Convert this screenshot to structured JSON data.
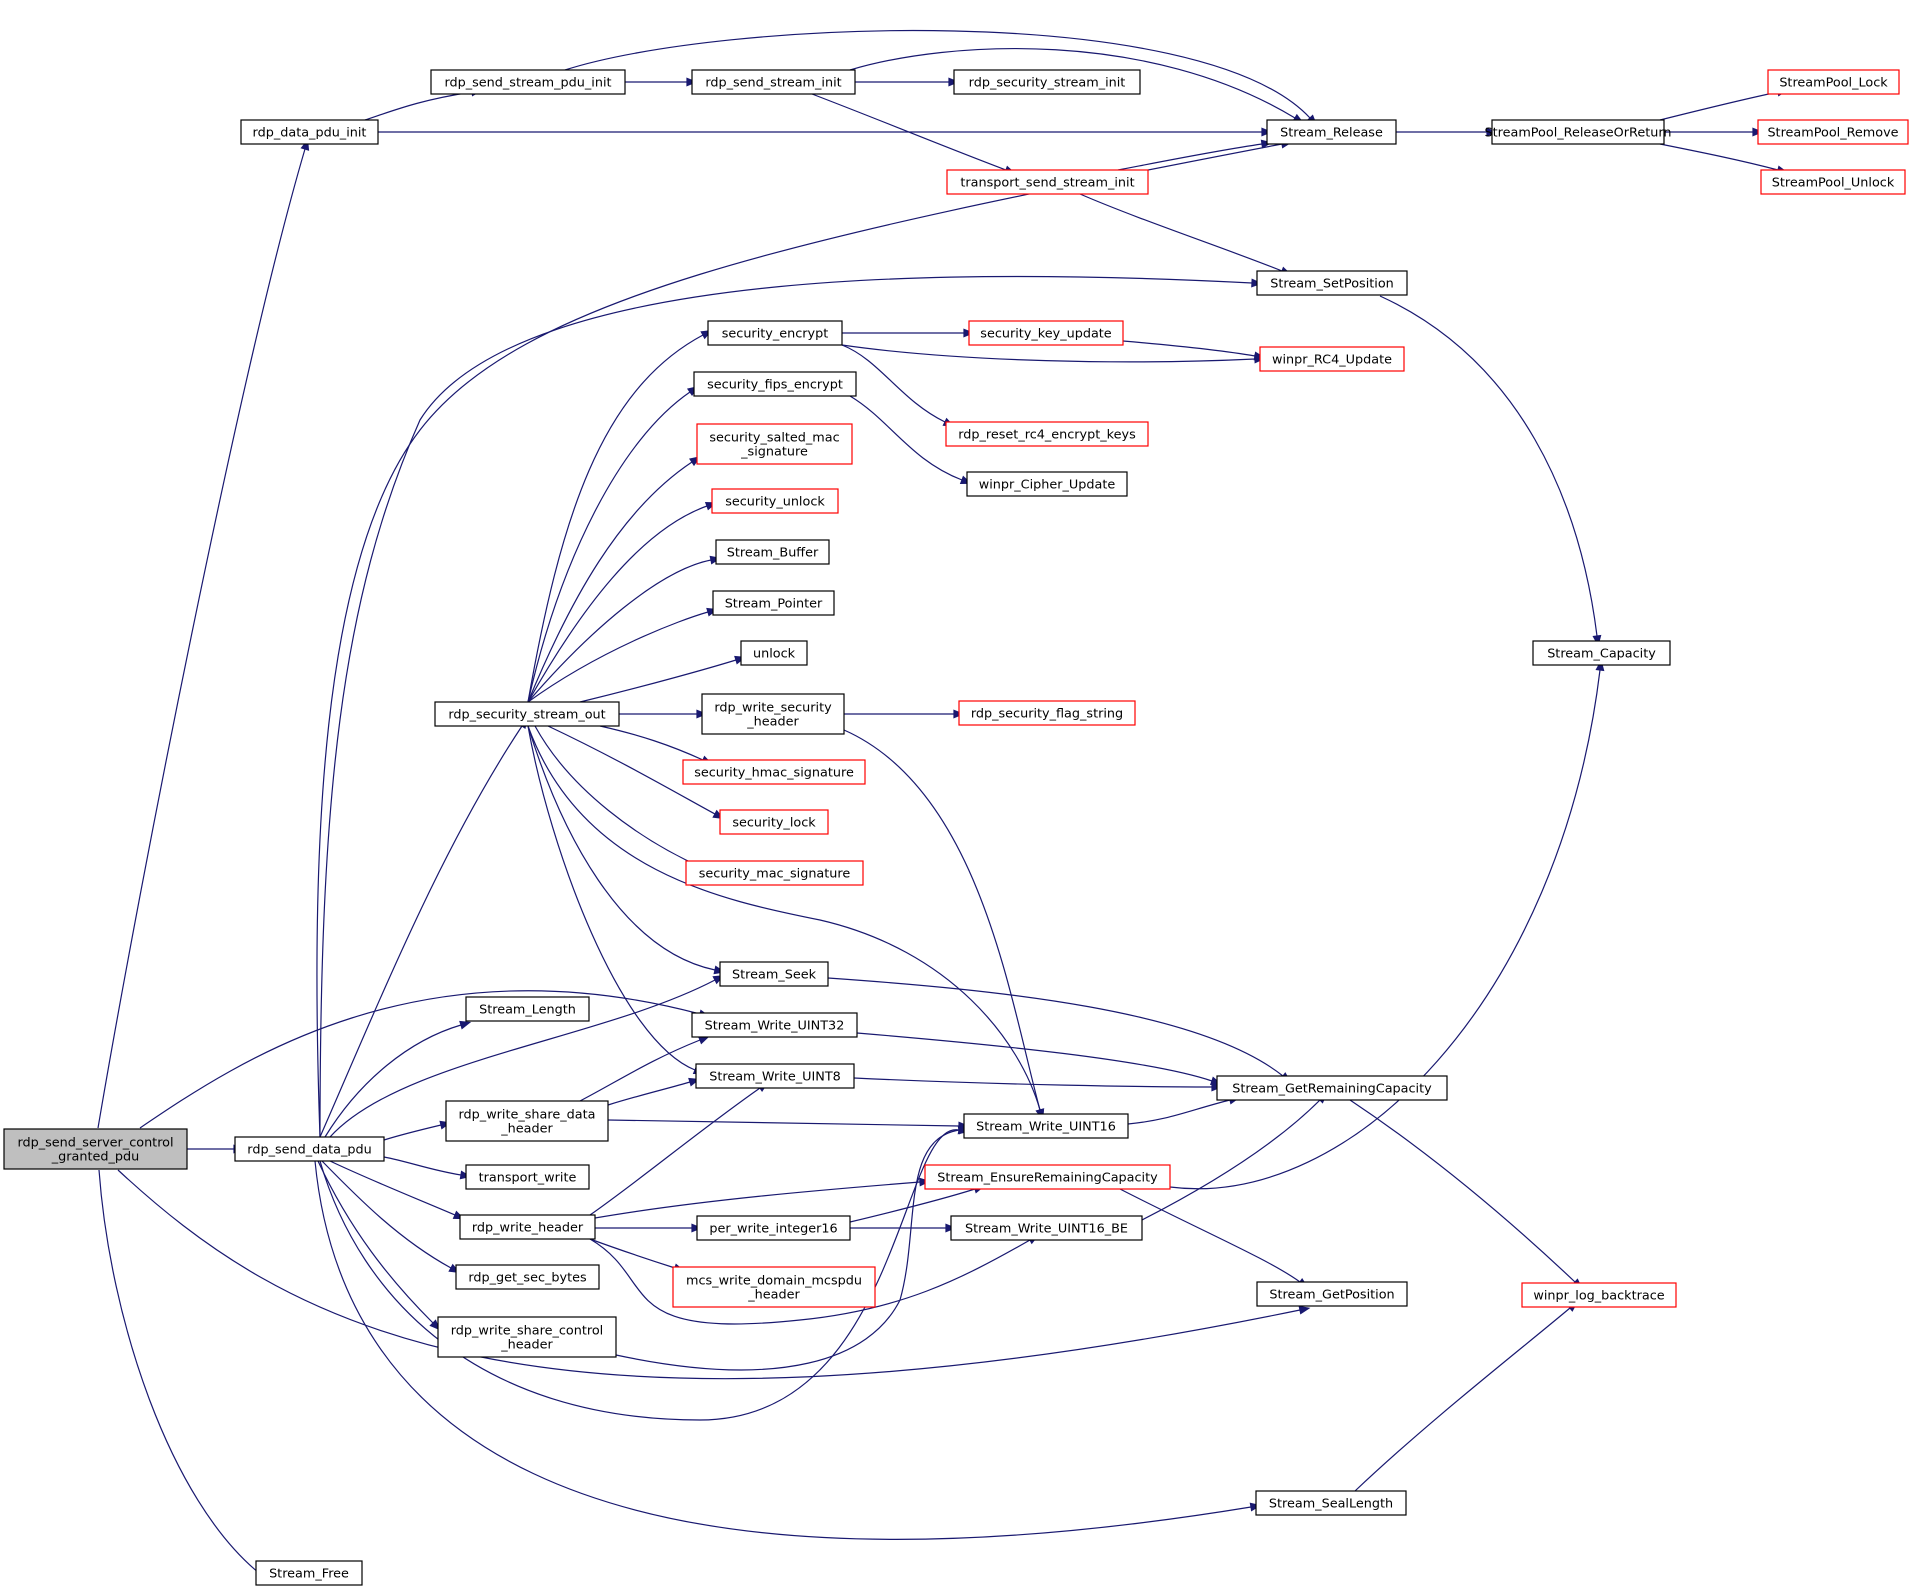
{
  "colors": {
    "edge": "#191970",
    "border_default": "#000000",
    "border_truncated": "#ff0000",
    "fill_focus": "#bfbfbf",
    "fill_default": "#ffffff"
  },
  "nodes": [
    {
      "id": "root",
      "lines": [
        "rdp_send_server_control",
        "_granted_pdu"
      ],
      "style": "focus"
    },
    {
      "id": "data_pdu_init",
      "lines": [
        "rdp_data_pdu_init"
      ],
      "style": "normal"
    },
    {
      "id": "send_stream_pdu_init",
      "lines": [
        "rdp_send_stream_pdu_init"
      ],
      "style": "normal"
    },
    {
      "id": "send_stream_init",
      "lines": [
        "rdp_send_stream_init"
      ],
      "style": "normal"
    },
    {
      "id": "security_stream_init",
      "lines": [
        "rdp_security_stream_init"
      ],
      "style": "normal"
    },
    {
      "id": "stream_release",
      "lines": [
        "Stream_Release"
      ],
      "style": "normal"
    },
    {
      "id": "pool_release",
      "lines": [
        "StreamPool_ReleaseOrReturn"
      ],
      "style": "normal"
    },
    {
      "id": "pool_lock",
      "lines": [
        "StreamPool_Lock"
      ],
      "style": "truncated"
    },
    {
      "id": "pool_remove",
      "lines": [
        "StreamPool_Remove"
      ],
      "style": "truncated"
    },
    {
      "id": "pool_unlock",
      "lines": [
        "StreamPool_Unlock"
      ],
      "style": "truncated"
    },
    {
      "id": "transport_send_stream_init",
      "lines": [
        "transport_send_stream_init"
      ],
      "style": "truncated"
    },
    {
      "id": "stream_setposition",
      "lines": [
        "Stream_SetPosition"
      ],
      "style": "normal"
    },
    {
      "id": "security_encrypt",
      "lines": [
        "security_encrypt"
      ],
      "style": "normal"
    },
    {
      "id": "security_key_update",
      "lines": [
        "security_key_update"
      ],
      "style": "truncated"
    },
    {
      "id": "rc4_update",
      "lines": [
        "winpr_RC4_Update"
      ],
      "style": "truncated"
    },
    {
      "id": "fips_encrypt",
      "lines": [
        "security_fips_encrypt"
      ],
      "style": "normal"
    },
    {
      "id": "reset_rc4",
      "lines": [
        "rdp_reset_rc4_encrypt_keys"
      ],
      "style": "truncated"
    },
    {
      "id": "salted_mac",
      "lines": [
        "security_salted_mac",
        "_signature"
      ],
      "style": "truncated"
    },
    {
      "id": "cipher_update",
      "lines": [
        "winpr_Cipher_Update"
      ],
      "style": "normal"
    },
    {
      "id": "security_unlock",
      "lines": [
        "security_unlock"
      ],
      "style": "truncated"
    },
    {
      "id": "stream_buffer",
      "lines": [
        "Stream_Buffer"
      ],
      "style": "normal"
    },
    {
      "id": "stream_pointer",
      "lines": [
        "Stream_Pointer"
      ],
      "style": "normal"
    },
    {
      "id": "unlock",
      "lines": [
        "unlock"
      ],
      "style": "normal"
    },
    {
      "id": "stream_capacity",
      "lines": [
        "Stream_Capacity"
      ],
      "style": "normal"
    },
    {
      "id": "security_stream_out",
      "lines": [
        "rdp_security_stream_out"
      ],
      "style": "normal"
    },
    {
      "id": "write_security_header",
      "lines": [
        "rdp_write_security",
        "_header"
      ],
      "style": "normal"
    },
    {
      "id": "security_flag_string",
      "lines": [
        "rdp_security_flag_string"
      ],
      "style": "truncated"
    },
    {
      "id": "hmac_signature",
      "lines": [
        "security_hmac_signature"
      ],
      "style": "truncated"
    },
    {
      "id": "security_lock",
      "lines": [
        "security_lock"
      ],
      "style": "truncated"
    },
    {
      "id": "mac_signature",
      "lines": [
        "security_mac_signature"
      ],
      "style": "truncated"
    },
    {
      "id": "stream_seek",
      "lines": [
        "Stream_Seek"
      ],
      "style": "normal"
    },
    {
      "id": "stream_length",
      "lines": [
        "Stream_Length"
      ],
      "style": "normal"
    },
    {
      "id": "write_uint32",
      "lines": [
        "Stream_Write_UINT32"
      ],
      "style": "normal"
    },
    {
      "id": "write_uint8",
      "lines": [
        "Stream_Write_UINT8"
      ],
      "style": "normal"
    },
    {
      "id": "remaining_capacity",
      "lines": [
        "Stream_GetRemainingCapacity"
      ],
      "style": "normal"
    },
    {
      "id": "share_data_header",
      "lines": [
        "rdp_write_share_data",
        "_header"
      ],
      "style": "normal"
    },
    {
      "id": "write_uint16",
      "lines": [
        "Stream_Write_UINT16"
      ],
      "style": "normal"
    },
    {
      "id": "send_data_pdu",
      "lines": [
        "rdp_send_data_pdu"
      ],
      "style": "normal"
    },
    {
      "id": "transport_write",
      "lines": [
        "transport_write"
      ],
      "style": "normal"
    },
    {
      "id": "ensure_capacity",
      "lines": [
        "Stream_EnsureRemainingCapacity"
      ],
      "style": "truncated"
    },
    {
      "id": "write_header",
      "lines": [
        "rdp_write_header"
      ],
      "style": "normal"
    },
    {
      "id": "per_write_integer16",
      "lines": [
        "per_write_integer16"
      ],
      "style": "normal"
    },
    {
      "id": "write_uint16_be",
      "lines": [
        "Stream_Write_UINT16_BE"
      ],
      "style": "normal"
    },
    {
      "id": "sec_bytes",
      "lines": [
        "rdp_get_sec_bytes"
      ],
      "style": "normal"
    },
    {
      "id": "mcs_header",
      "lines": [
        "mcs_write_domain_mcspdu",
        "_header"
      ],
      "style": "truncated"
    },
    {
      "id": "stream_getposition",
      "lines": [
        "Stream_GetPosition"
      ],
      "style": "normal"
    },
    {
      "id": "log_backtrace",
      "lines": [
        "winpr_log_backtrace"
      ],
      "style": "truncated"
    },
    {
      "id": "share_control_header",
      "lines": [
        "rdp_write_share_control",
        "_header"
      ],
      "style": "normal"
    },
    {
      "id": "stream_seallength",
      "lines": [
        "Stream_SealLength"
      ],
      "style": "normal"
    },
    {
      "id": "stream_free",
      "lines": [
        "Stream_Free"
      ],
      "style": "normal"
    }
  ]
}
